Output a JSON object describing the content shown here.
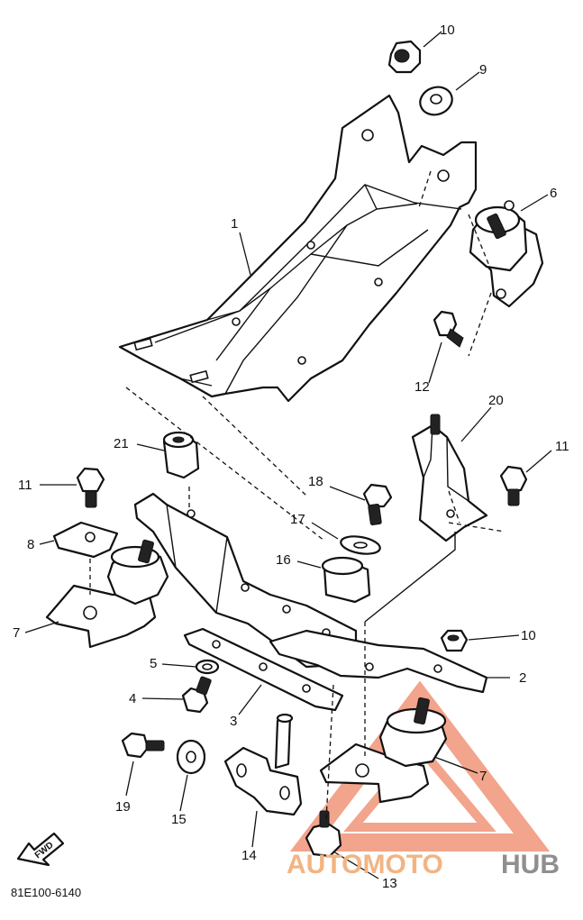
{
  "diagram": {
    "callouts": [
      "1",
      "2",
      "3",
      "4",
      "5",
      "6",
      "7",
      "7",
      "8",
      "9",
      "10",
      "10",
      "11",
      "11",
      "12",
      "13",
      "14",
      "15",
      "16",
      "17",
      "18",
      "19",
      "20",
      "21"
    ],
    "drawing_code": "81E100-6140",
    "fwd_label": "FWD"
  },
  "watermark": {
    "part1": "AUTOMOTO",
    "part2": "HUB",
    "colors": {
      "accent": "#f2a48c",
      "orange": "#f2b483",
      "gray": "#8f8f8f"
    }
  }
}
